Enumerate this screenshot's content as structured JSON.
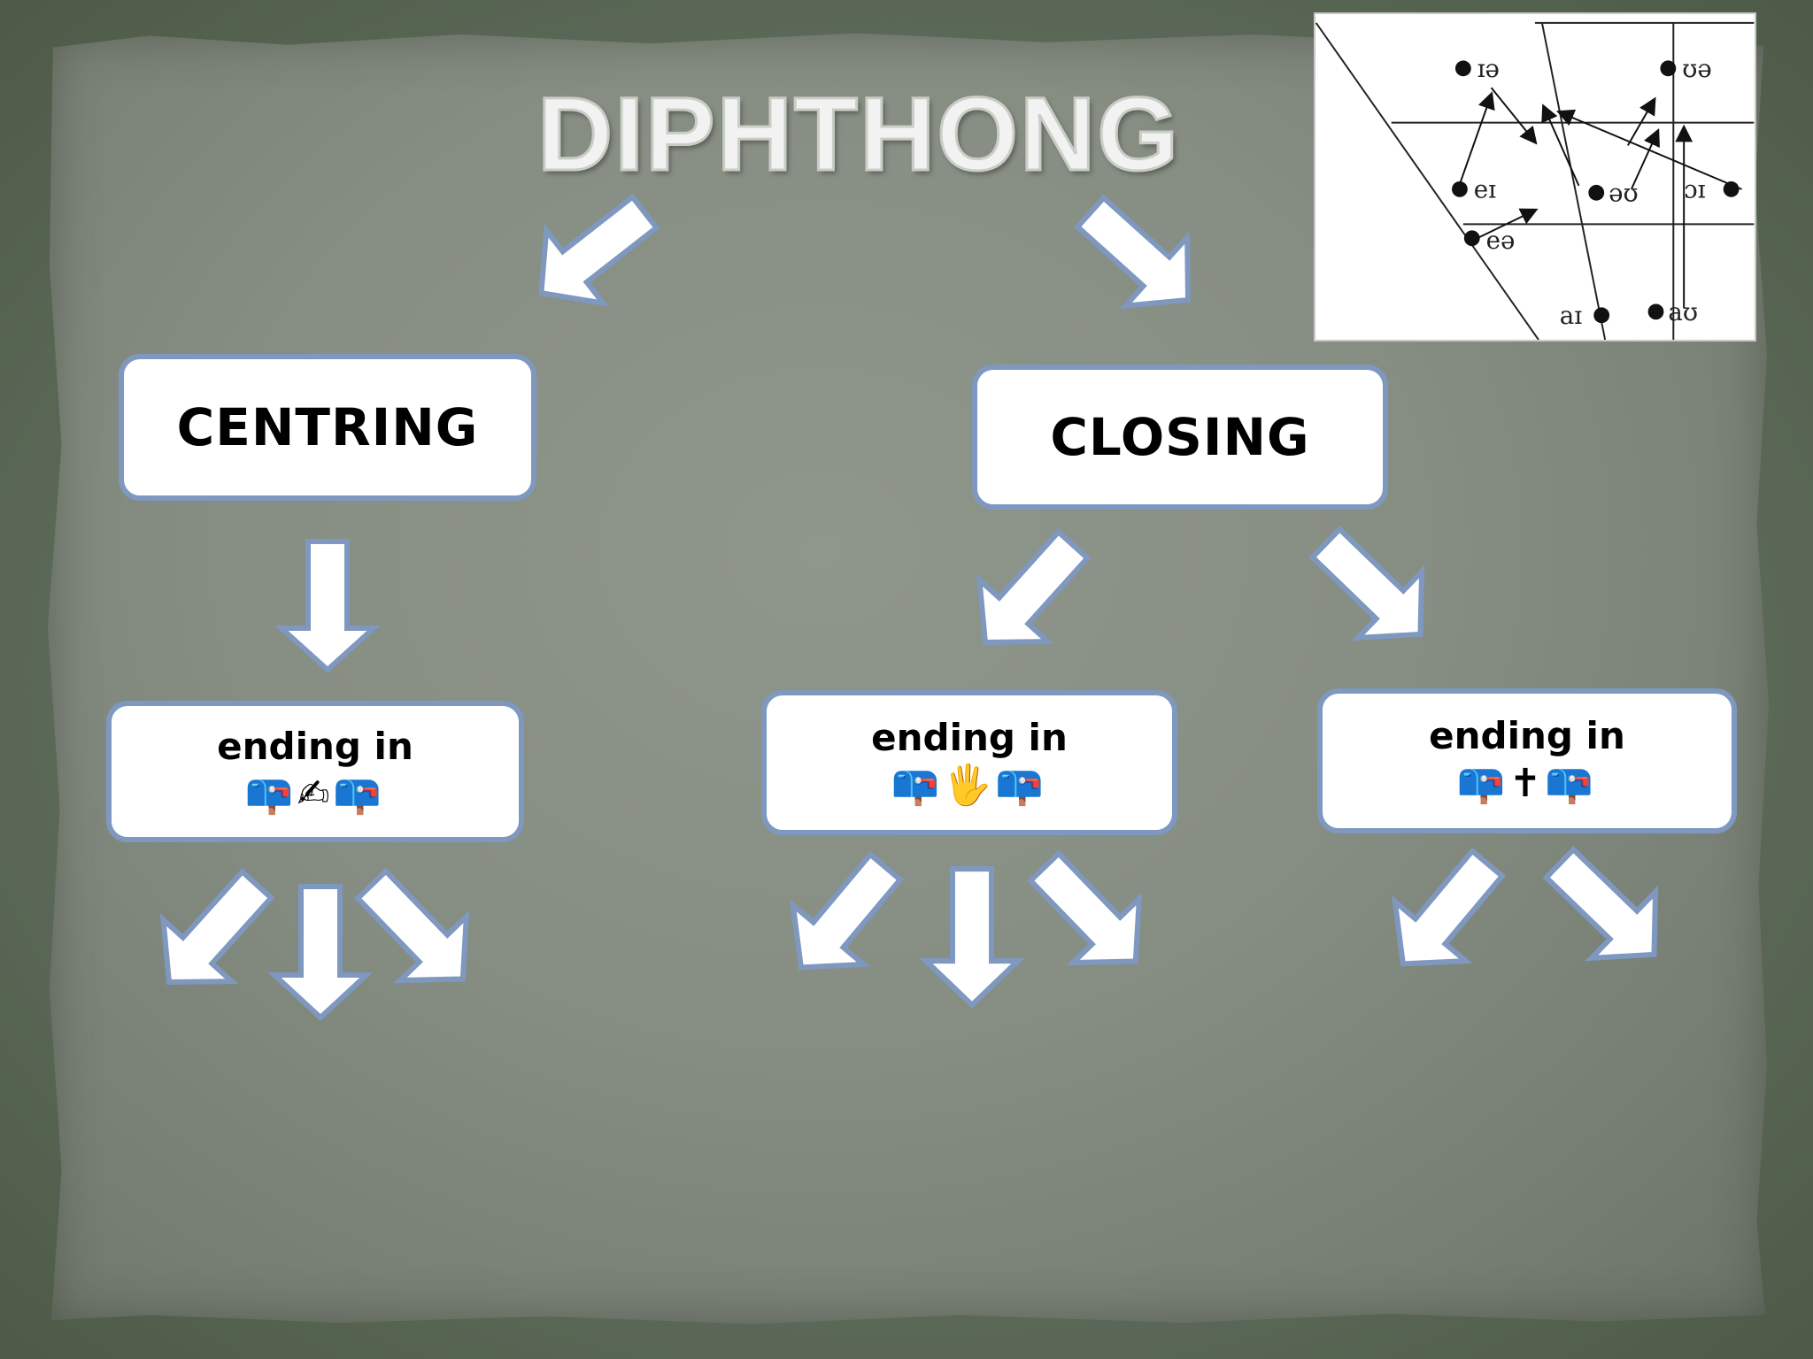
{
  "title": "DIPHTHONG",
  "centring_label": "CENTRING",
  "closing_label": "CLOSING",
  "branches": [
    {
      "label": "ending in",
      "symbols": "📪✍📪"
    },
    {
      "label": "ending in",
      "symbols": "📪🖐📪"
    },
    {
      "label": "ending in",
      "symbols": "📪✝📪"
    }
  ],
  "vowel_chart": {
    "diphthongs": [
      "ɪə",
      "ʊə",
      "eɪ",
      "əʊ",
      "ɔɪ",
      "eə",
      "aɪ",
      "aʊ"
    ]
  },
  "colors": {
    "arrow_fill": "#ffffff",
    "arrow_stroke": "#7f98bf",
    "box_border": "#7f98bf",
    "background": "#868d82"
  }
}
